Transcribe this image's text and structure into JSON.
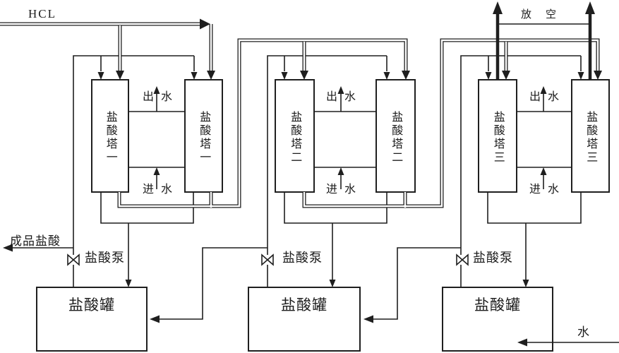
{
  "diagram": {
    "feed_label": "HCL",
    "vent_label": "放空",
    "product_label": "成品盐酸",
    "water_label": "水",
    "towers": [
      {
        "label": "盐酸塔一"
      },
      {
        "label": "盐酸塔一"
      },
      {
        "label": "盐酸塔二"
      },
      {
        "label": "盐酸塔二"
      },
      {
        "label": "盐酸塔三"
      },
      {
        "label": "盐酸塔三"
      }
    ],
    "pairs": [
      {
        "water_out": "出水",
        "water_in": "进水"
      },
      {
        "water_out": "出水",
        "water_in": "进水"
      },
      {
        "water_out": "出水",
        "water_in": "进水"
      }
    ],
    "pumps": [
      {
        "label": "盐酸泵"
      },
      {
        "label": "盐酸泵"
      },
      {
        "label": "盐酸泵"
      }
    ],
    "tanks": [
      {
        "label": "盐酸罐"
      },
      {
        "label": "盐酸罐"
      },
      {
        "label": "盐酸罐"
      }
    ],
    "colors": {
      "line": "#1f1f1f",
      "background": "#ffffff"
    }
  }
}
